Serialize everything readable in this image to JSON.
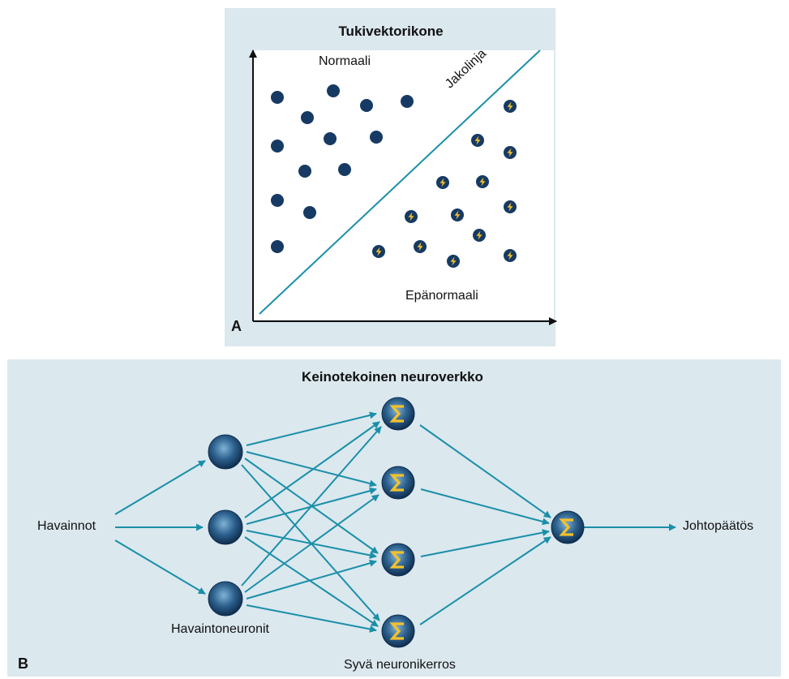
{
  "panel_a": {
    "letter": "A",
    "title": "Tukivektorikone",
    "normal_label": "Normaali",
    "abnormal_label": "Epänormaali",
    "divider_label": "Jakolinja"
  },
  "panel_b": {
    "letter": "B",
    "title": "Keinotekoinen neuroverkko",
    "input_label": "Havainnot",
    "input_neurons_label": "Havaintoneuronit",
    "deep_layer_label": "Syvä neuronikerros",
    "output_label": "Johtopäätös"
  },
  "colors": {
    "panel_bg": "#dbe8ee",
    "dot": "#163a63",
    "line": "#1a8fa8",
    "bolt": "#f3c12c",
    "sigma": "#f3c12c"
  },
  "icons": {
    "abnormal_point": "lightning-bolt-icon",
    "sum_neuron": "sigma-icon"
  }
}
